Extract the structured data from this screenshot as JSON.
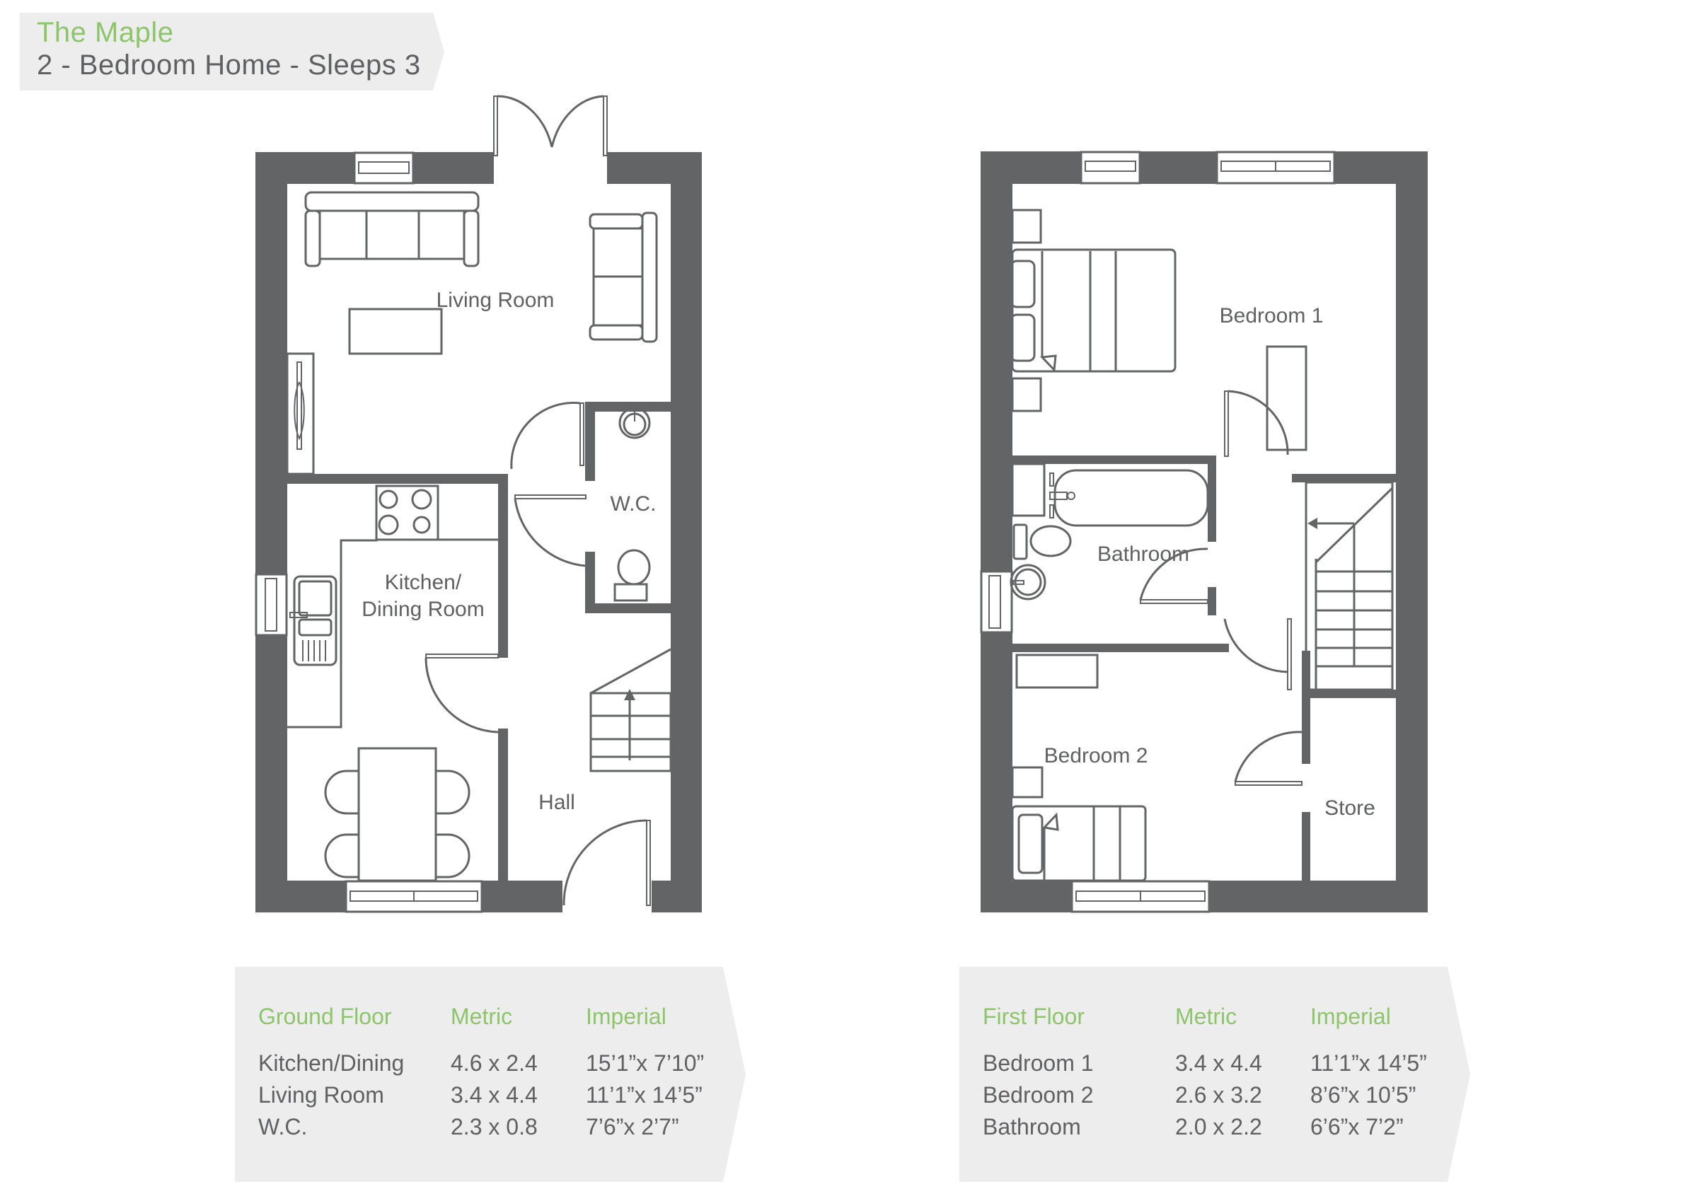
{
  "header": {
    "name": "The Maple",
    "subtitle": "2 - Bedroom Home - Sleeps 3"
  },
  "colors": {
    "accent_green": "#8cc56a",
    "wall": "#636466",
    "text": "#5f6062",
    "banner_bg": "#ededed"
  },
  "ground_floor": {
    "rooms": {
      "living_room": "Living Room",
      "wc": "W.C.",
      "kitchen_line1": "Kitchen/",
      "kitchen_line2": "Dining Room",
      "hall": "Hall"
    },
    "table": {
      "headers": [
        "Ground Floor",
        "Metric",
        "Imperial"
      ],
      "rows": [
        [
          "Kitchen/Dining",
          "4.6 x 2.4",
          "15’1”x 7’10”"
        ],
        [
          "Living Room",
          "3.4 x 4.4",
          "11’1”x 14’5”"
        ],
        [
          "W.C.",
          "2.3 x 0.8",
          "7’6”x 2’7”"
        ]
      ]
    }
  },
  "first_floor": {
    "rooms": {
      "bedroom1": "Bedroom 1",
      "bathroom": "Bathroom",
      "bedroom2": "Bedroom 2",
      "store": "Store"
    },
    "table": {
      "headers": [
        "First Floor",
        "Metric",
        "Imperial"
      ],
      "rows": [
        [
          "Bedroom 1",
          "3.4 x 4.4",
          "11’1”x 14’5”"
        ],
        [
          "Bedroom 2",
          "2.6 x 3.2",
          "8’6”x 10’5”"
        ],
        [
          "Bathroom",
          "2.0 x 2.2",
          "6’6”x 7’2”"
        ]
      ]
    }
  }
}
